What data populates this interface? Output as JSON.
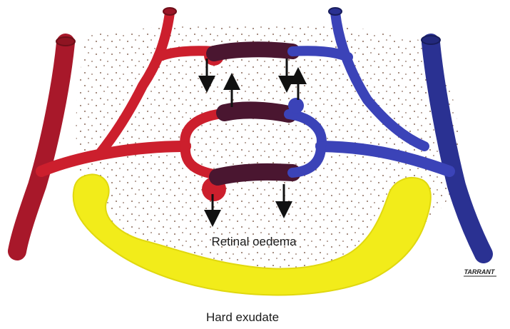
{
  "diagram": {
    "labels": {
      "retinal_oedema": "Retinal oedema",
      "hard_exudate": "Hard exudate"
    },
    "signature": "TARRANT",
    "colors": {
      "arterial": "#cc1f2d",
      "arterial_dark": "#a8182a",
      "venous": "#3b43b8",
      "venous_dark": "#2a3192",
      "leaking_segment": "#4a1630",
      "exudate": "#f2ec1a",
      "exudate_edge": "#e0d80f",
      "oedema_dots": "#8a6a5a",
      "arrows": "#111111"
    }
  }
}
